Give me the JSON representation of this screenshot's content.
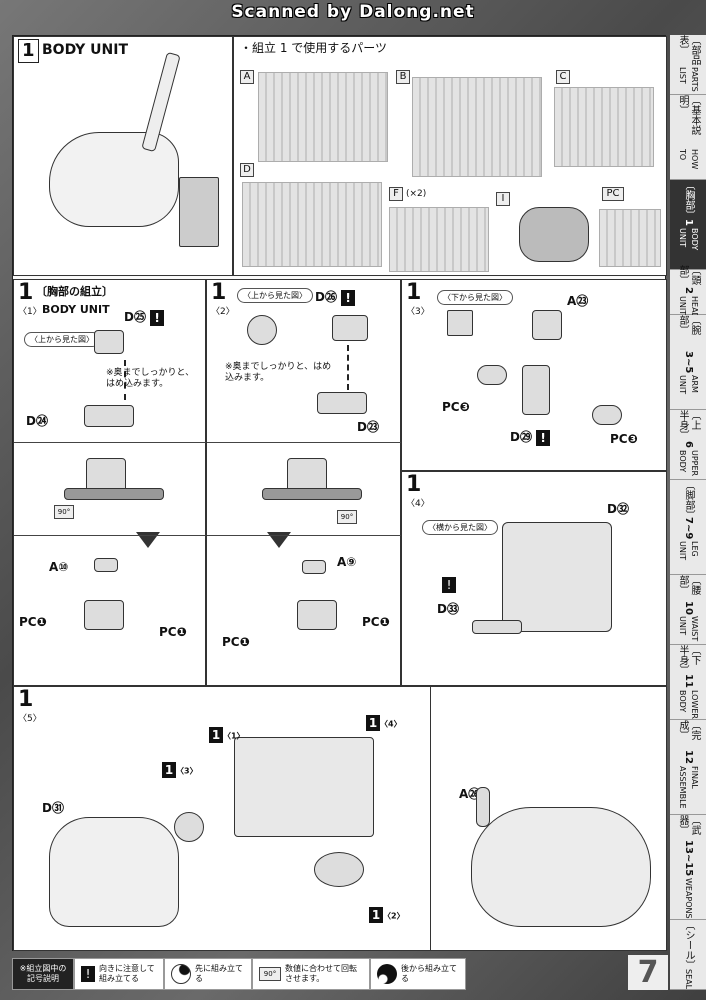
{
  "banner": "Scanned by Dalong.net",
  "header": {
    "step": "1",
    "title": "BODY UNIT",
    "parts_heading": "・組立 1 で使用するパーツ"
  },
  "runners": [
    "A",
    "B",
    "C",
    "D",
    "F",
    "I",
    "PC"
  ],
  "runner_f_qty": "(×2)",
  "panels": {
    "p1": {
      "step": "1",
      "sub": "〈1〉",
      "section": "〔胸部の組立〕",
      "label": "BODY UNIT",
      "view": "〈上から見た図〉",
      "note": "※奥までしっかりと、はめ込みます。",
      "c1": "D㉕",
      "c2": "D㉔",
      "c3": "A⑩",
      "c4": "PC❶",
      "c5": "PC❶",
      "rot": "90°"
    },
    "p2": {
      "step": "1",
      "sub": "〈2〉",
      "view": "〈上から見た図〉",
      "note": "※奥までしっかりと、はめ込みます。",
      "c1": "D㉖",
      "c2": "D㉓",
      "c3": "A⑨",
      "c4": "PC❶",
      "c5": "PC❶",
      "rot": "90°"
    },
    "p3": {
      "step": "1",
      "sub": "〈3〉",
      "view": "〈下から見た図〉",
      "c1": "A㉓",
      "c2": "PC❸",
      "c3": "PC❸",
      "c4": "D㉙"
    },
    "p4": {
      "step": "1",
      "sub": "〈4〉",
      "view": "〈横から見た図〉",
      "c1": "D㉜",
      "c2": "D㉝"
    },
    "p5": {
      "step": "1",
      "sub": "〈5〉",
      "c1": "D㉛",
      "r1": "1",
      "r1s": "〈1〉",
      "r2": "1",
      "r2s": "〈3〉",
      "r3": "1",
      "r3s": "〈4〉",
      "r4": "1",
      "r4s": "〈2〉"
    },
    "p6": {
      "c1": "A㉖"
    }
  },
  "warn": "!",
  "tabs": [
    {
      "jp": "〔部品表〕",
      "num": "",
      "en": "PARTS LIST"
    },
    {
      "jp": "〔基本説明〕",
      "num": "",
      "en": "HOW TO"
    },
    {
      "jp": "〔胸部〕",
      "num": "1",
      "en": "BODY UNIT"
    },
    {
      "jp": "〔頭部〕",
      "num": "2",
      "en": "HEAD UNIT"
    },
    {
      "jp": "〔腕部〕",
      "num": "3~5",
      "en": "ARM UNIT"
    },
    {
      "jp": "〔上半身〕",
      "num": "6",
      "en": "UPPER BODY"
    },
    {
      "jp": "〔脚部〕",
      "num": "7~9",
      "en": "LEG UNIT"
    },
    {
      "jp": "〔腰部〕",
      "num": "10",
      "en": "WAIST UNIT"
    },
    {
      "jp": "〔下半身〕",
      "num": "11",
      "en": "LOWER BODY"
    },
    {
      "jp": "〔完成〕",
      "num": "12",
      "en": "FINAL ASSEMBLE"
    },
    {
      "jp": "〔武器〕",
      "num": "13~15",
      "en": "WEAPONS"
    },
    {
      "jp": "〔シール〕",
      "num": "",
      "en": "SEAL"
    }
  ],
  "legend": {
    "head": "※組立図中の記号説明",
    "items": [
      "向きに注意して組み立てる",
      "先に組み立てる",
      "数値に合わせて回転させます。",
      "後から組み立てる"
    ],
    "rot": "90°"
  },
  "page_number": "7"
}
